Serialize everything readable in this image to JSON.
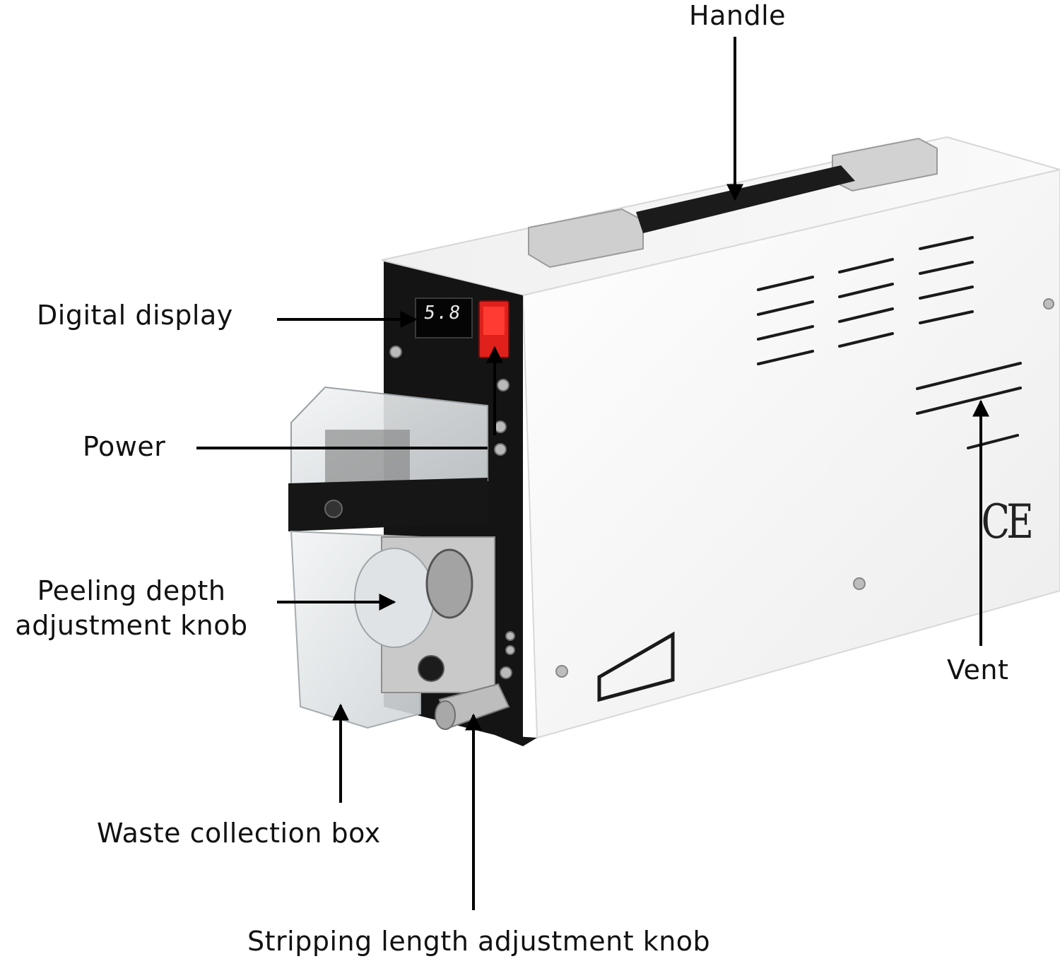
{
  "labels": {
    "handle": "Handle",
    "digital_display": "Digital display",
    "power": "Power",
    "peeling_line1": "Peeling depth",
    "peeling_line2": "adjustment knob",
    "waste_box": "Waste collection box",
    "stripping_knob": "Stripping length adjustment knob",
    "vent": "Vent"
  },
  "device": {
    "display_reading": "5.8",
    "certification_mark": "CE"
  },
  "colors": {
    "body": "#f4f4f4",
    "panel": "#121212",
    "switch": "#e0201b",
    "arrow": "#000000"
  }
}
